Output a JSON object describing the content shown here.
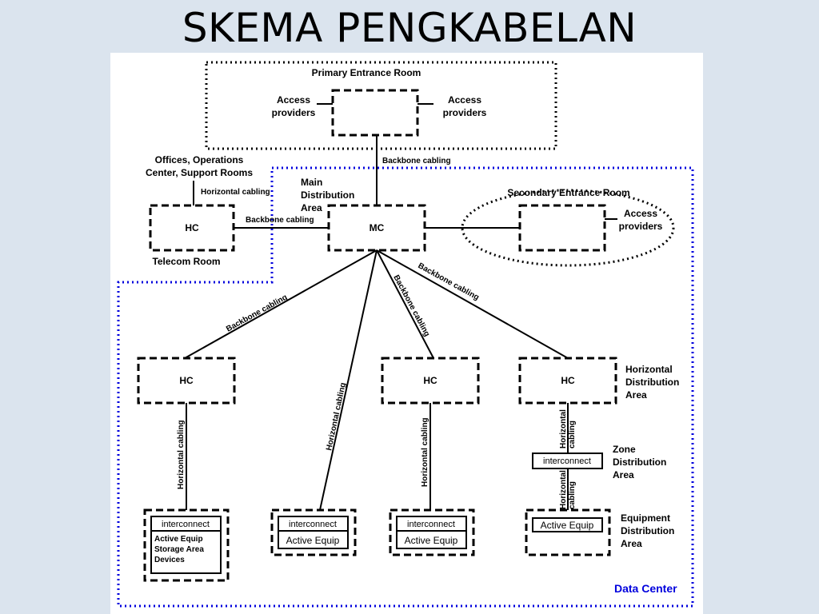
{
  "slide": {
    "title": "SKEMA PENGKABELAN"
  },
  "primary_entrance": {
    "title": "Primary Entrance Room",
    "left_label": [
      "Access",
      "providers"
    ],
    "right_label": [
      "Access",
      "providers"
    ]
  },
  "backbone_top": "Backbone cabling",
  "offices": {
    "label": [
      "Offices, Operations",
      "Center, Support Rooms"
    ],
    "cable": "Horizontal cabling"
  },
  "main_distribution": {
    "label": [
      "Main",
      "Distribution",
      "Area"
    ],
    "box": "MC"
  },
  "telecom_room": {
    "box": "HC",
    "label": "Telecom Room",
    "cable": "Backbone cabling"
  },
  "secondary_entrance": {
    "title": "Secondary Entrance Room",
    "label": [
      "Access",
      "providers"
    ]
  },
  "backbone_links": [
    "Backbone cabling",
    "Backbone cabling",
    "Backbone cabling"
  ],
  "hda": {
    "boxes": [
      "HC",
      "HC",
      "HC"
    ],
    "label": [
      "Horizontal",
      "Distribution",
      "Area"
    ]
  },
  "horizontal_links": {
    "left": "Horizontal cabling",
    "diagonal": "Horizontal cabling",
    "middle": "Horizontal cabling",
    "right_upper": [
      "Horizontal",
      "cabling"
    ],
    "right_lower": [
      "Horizontal",
      "cabling"
    ]
  },
  "zone": {
    "box": "interconnect",
    "label": [
      "Zone",
      "Distribution",
      "Area"
    ]
  },
  "equipment": {
    "label": [
      "Equipment",
      "Distribution",
      "Area"
    ],
    "box1": {
      "title": "interconnect",
      "lines": [
        "Active Equip",
        "Storage Area",
        "Devices"
      ]
    },
    "box2": {
      "title": "interconnect",
      "body": "Active Equip"
    },
    "box3": {
      "title": "interconnect",
      "body": "Active Equip"
    },
    "box4": {
      "body": "Active Equip"
    }
  },
  "data_center": {
    "label": "Data Center",
    "color": "#0000dd"
  }
}
